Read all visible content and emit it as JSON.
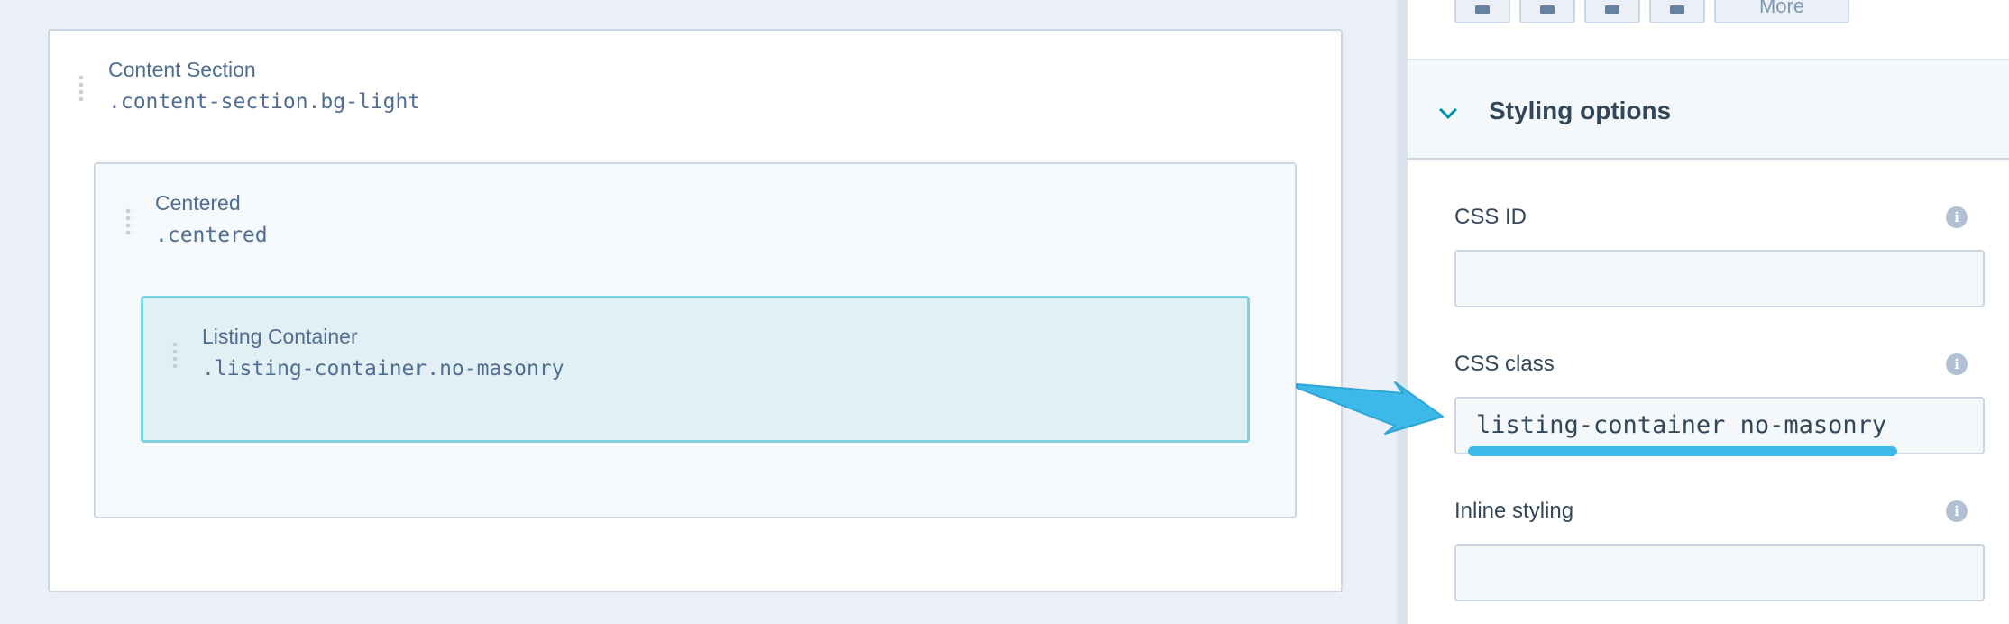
{
  "canvas": {
    "content_section": {
      "title": "Content Section",
      "selector": ".content-section.bg-light"
    },
    "centered": {
      "title": "Centered",
      "selector": ".centered"
    },
    "listing_container": {
      "title": "Listing Container",
      "selector": ".listing-container.no-masonry"
    }
  },
  "panel": {
    "toolbar": {
      "more_label": "More",
      "icons": [
        "align-icon",
        "duplicate-icon",
        "layout-icon",
        "delete-icon"
      ]
    },
    "styling": {
      "title": "Styling options",
      "fields": [
        {
          "label": "CSS ID",
          "value": "",
          "info_icon": "info-icon"
        },
        {
          "label": "CSS class",
          "value": "listing-container no-masonry",
          "info_icon": "info-icon"
        },
        {
          "label": "Inline styling",
          "value": "",
          "info_icon": "info-icon"
        }
      ]
    }
  },
  "colors": {
    "annotation": "#3cb9e8",
    "selected_border": "#7fd1de",
    "selected_fill": "#e2f0f5",
    "accent": "#0091ae"
  }
}
